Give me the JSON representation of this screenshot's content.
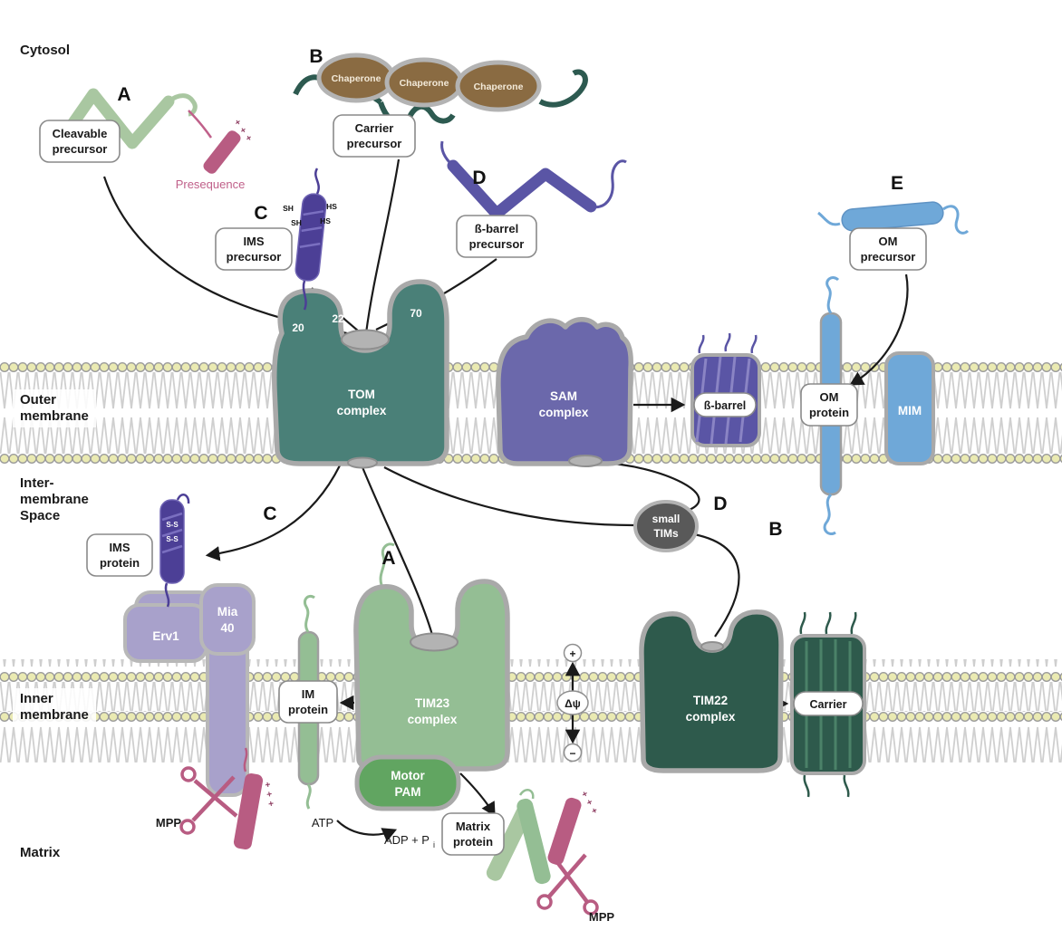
{
  "palette": {
    "teal_tom": "#4a8078",
    "indigo_sam": "#6b68ab",
    "green_tim23": "#94be94",
    "green_pam": "#61a561",
    "dark_teal_tim22": "#2e5a4c",
    "lavender_mia": "#a8a1cb",
    "purple_helix": "#4c3f96",
    "indigo_barrel": "#5a55a5",
    "light_green_ribbon": "#a9c7a1",
    "blue_om": "#6fa8d8",
    "magenta": "#b85c82",
    "brown_chaperone": "#8a6b42",
    "gray_small_tims": "#595959",
    "membrane_head": "#eaeab2"
  },
  "regions": {
    "cytosol": "Cytosol",
    "outer_membrane": [
      "Outer",
      "membrane"
    ],
    "intermembrane_space": [
      "Inter-",
      "membrane",
      "Space"
    ],
    "inner_membrane": [
      "Inner",
      "membrane"
    ],
    "matrix": "Matrix"
  },
  "letters": {
    "a": "A",
    "b": "B",
    "c": "C",
    "d": "D",
    "e": "E"
  },
  "precursors": {
    "cleavable": {
      "label": [
        "Cleavable",
        "precursor"
      ],
      "presequence": "Presequence"
    },
    "carrier": {
      "label": [
        "Carrier",
        "precursor"
      ],
      "chaperone": "Chaperone"
    },
    "ims": {
      "label": [
        "IMS",
        "precursor"
      ],
      "tags": [
        "SH",
        "SH",
        "HS",
        "HS"
      ]
    },
    "beta_barrel": {
      "label": [
        "ß-barrel",
        "precursor"
      ]
    },
    "om": {
      "label": [
        "OM",
        "precursor"
      ]
    }
  },
  "complexes": {
    "tom": {
      "name": [
        "TOM",
        "complex"
      ],
      "subunits": [
        "20",
        "22",
        "70"
      ]
    },
    "sam": {
      "name": [
        "SAM",
        "complex"
      ]
    },
    "mim": "MIM",
    "small_tims": [
      "small",
      "TIMs"
    ],
    "erv1": "Erv1",
    "mia40": [
      "Mia",
      "40"
    ],
    "tim23": {
      "name": [
        "TIM23",
        "complex"
      ]
    },
    "pam": [
      "Motor",
      "PAM"
    ],
    "tim22": {
      "name": [
        "TIM22",
        "complex"
      ]
    }
  },
  "products": {
    "beta_barrel": "ß-barrel",
    "om_protein": [
      "OM",
      "protein"
    ],
    "ims_protein": {
      "label": [
        "IMS",
        "protein"
      ],
      "bonds": [
        "S-S",
        "S-S"
      ]
    },
    "im_protein": [
      "IM",
      "protein"
    ],
    "matrix_protein": [
      "Matrix",
      "protein"
    ],
    "carrier": "Carrier"
  },
  "enzymes": {
    "mpp": "MPP"
  },
  "energy": {
    "atp": "ATP",
    "adp": "ADP + P",
    "adp_sub": "i",
    "delta_psi": "Δψ",
    "plus": "+",
    "minus": "−"
  },
  "marks": {
    "charges": "+ + +"
  }
}
